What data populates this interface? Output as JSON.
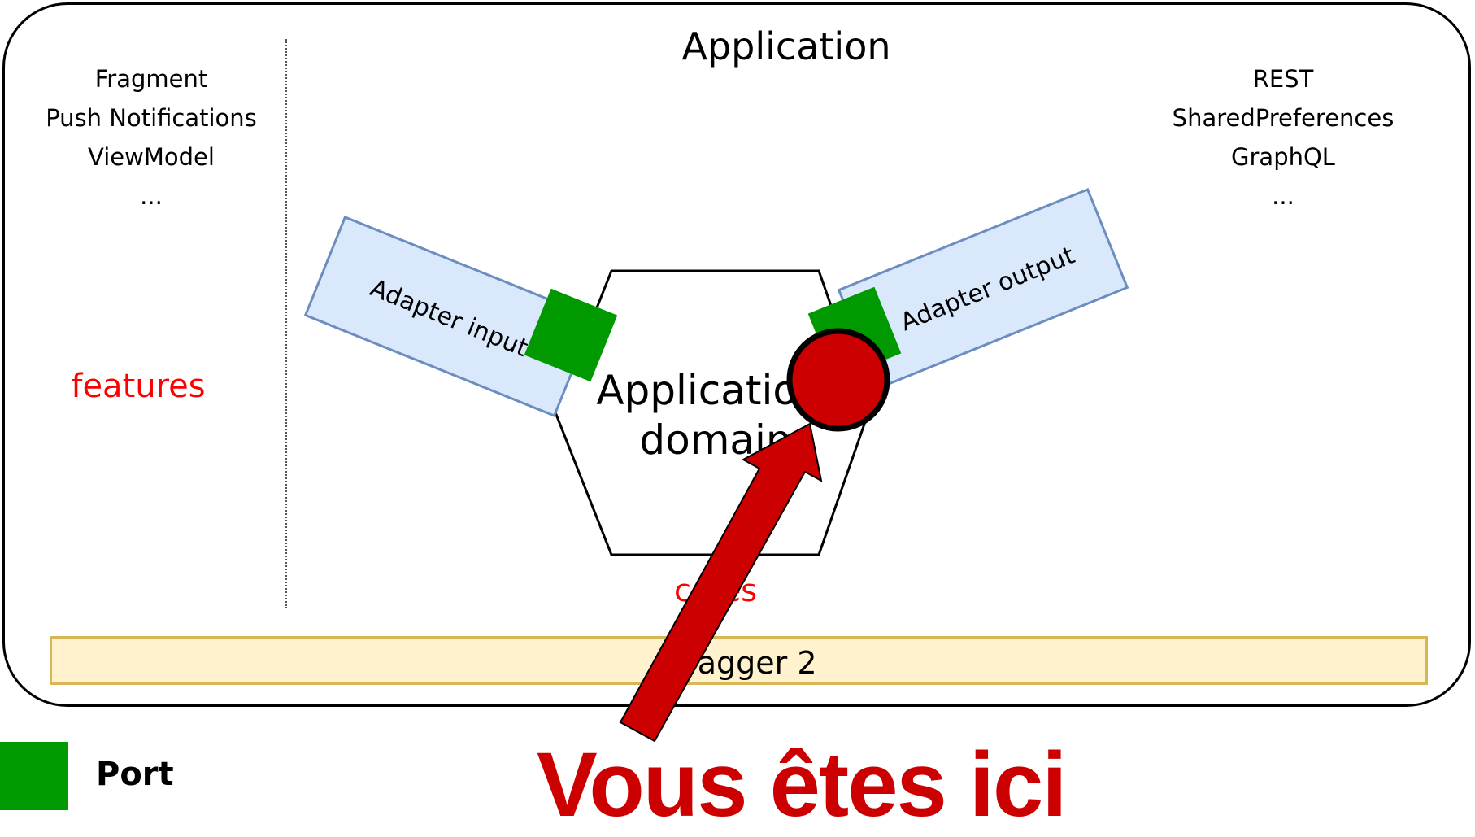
{
  "title": "Application",
  "left_list": [
    "Fragment",
    "Push Notifications",
    "ViewModel",
    "..."
  ],
  "right_list": [
    "REST",
    "SharedPreferences",
    "GraphQL",
    "..."
  ],
  "left_module_label": "features",
  "core_label": "cores",
  "adapter_input_label": "Adapter input",
  "adapter_output_label": "Adapter output",
  "domain_label": [
    "Application",
    "domain"
  ],
  "dagger_label": "Dagger 2",
  "legend": {
    "port_label": "Port"
  },
  "callout": "Vous êtes ici",
  "colors": {
    "adapter_fill": "#dae8fc",
    "adapter_stroke": "#6c8ebf",
    "port": "#009900",
    "marker": "#cc0000",
    "module_text": "#ff0000",
    "dagger_fill": "#fff2cc",
    "dagger_stroke": "#d6b656"
  }
}
